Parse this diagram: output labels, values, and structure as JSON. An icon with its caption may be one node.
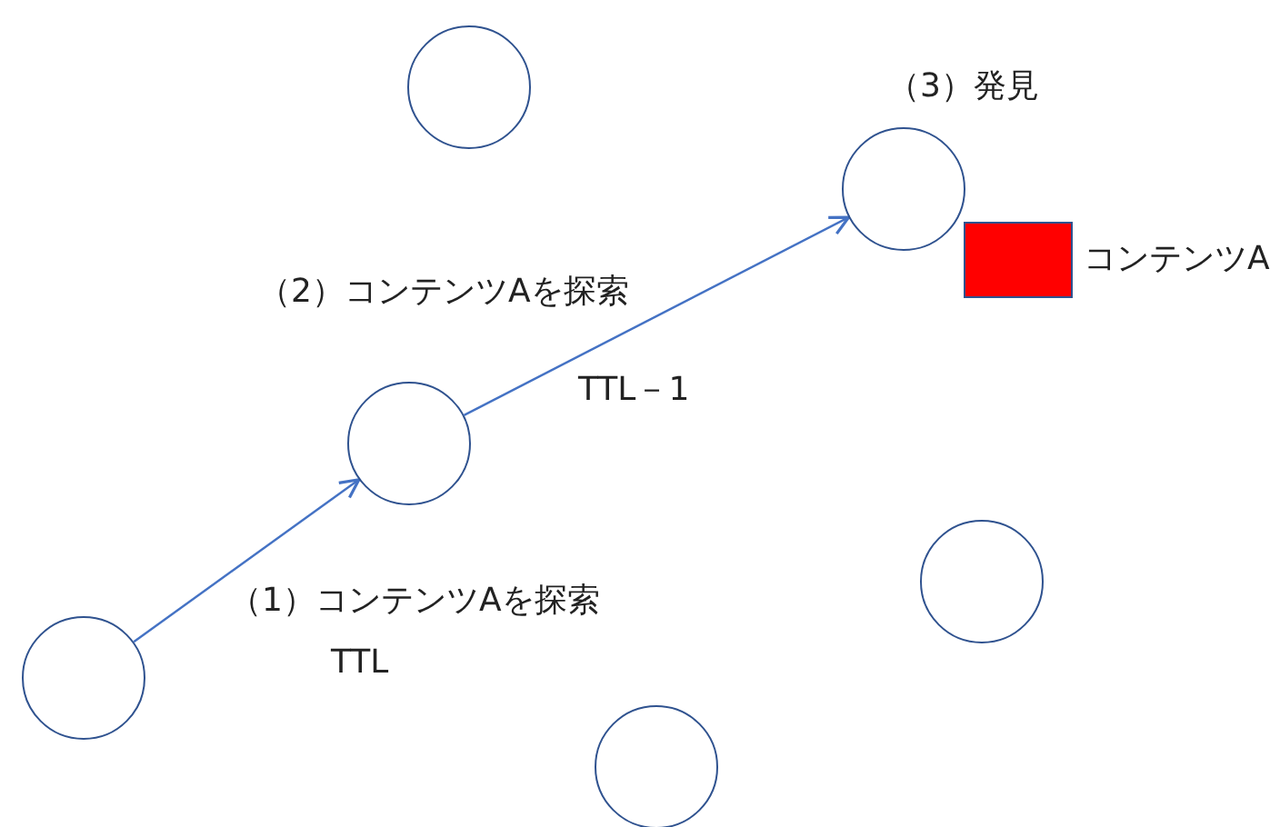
{
  "diagram": {
    "nodes": [
      {
        "text": [],
        "shape": "circle"
      },
      {
        "text": [],
        "shape": "circle",
        "beside": [
          "（3）発見"
        ]
      },
      {
        "text": [],
        "shape": "box",
        "beside": [
          "コンテンツA"
        ]
      },
      {
        "text": [],
        "shape": "circle"
      },
      {
        "text": [],
        "shape": "circle"
      },
      {
        "text": [],
        "shape": "circle"
      },
      {
        "text": [],
        "shape": "circle"
      }
    ],
    "edges": [
      {
        "from": 5,
        "to": 3,
        "arrow": "to",
        "label": "（1）コンテンツAを探索 TTL"
      },
      {
        "from": 3,
        "to": 1,
        "arrow": "to",
        "label": "（2）コンテンツAを探索 TTL－1"
      }
    ]
  }
}
